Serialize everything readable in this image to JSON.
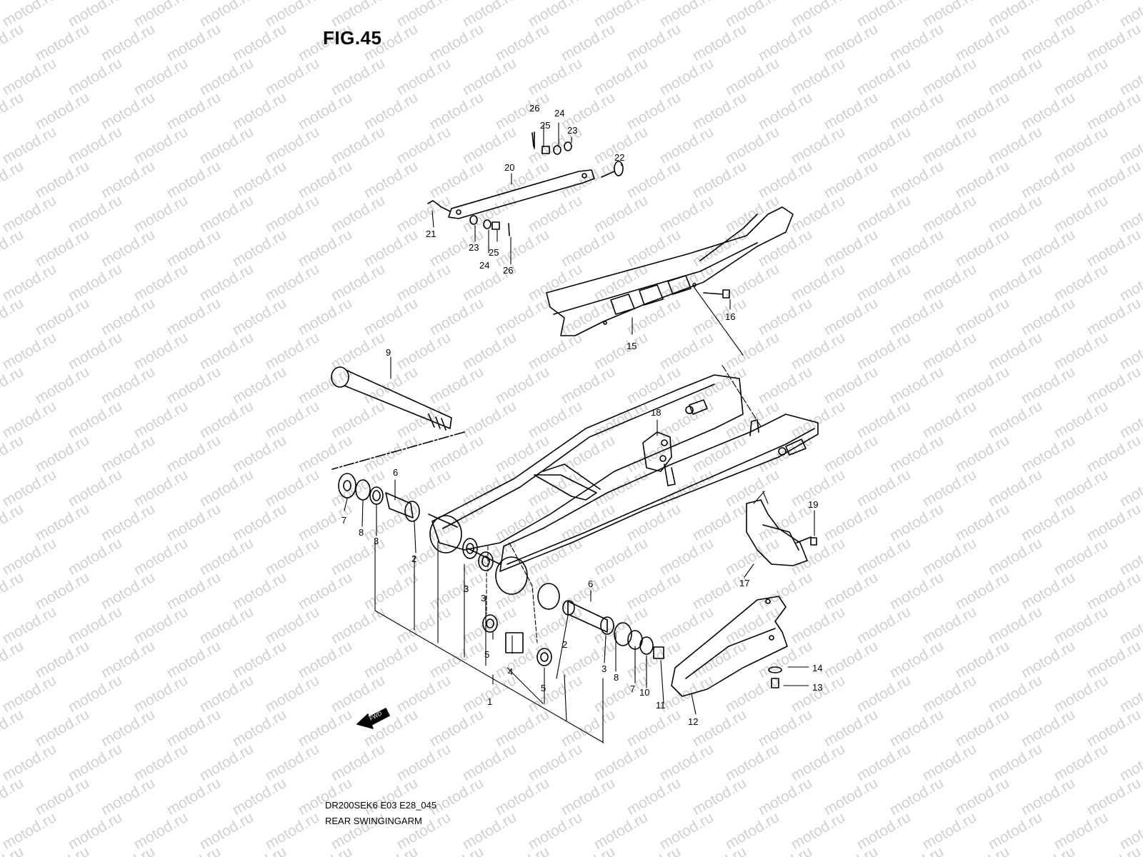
{
  "figure": {
    "title": "FIG.45"
  },
  "watermark": {
    "text": "motod.ru",
    "color": "#d0d0d0"
  },
  "callouts": {
    "c1": "1",
    "c2a": "2",
    "c2b": "2",
    "c3a": "3",
    "c3b": "3",
    "c3c": "3",
    "c3d": "3",
    "c4": "4",
    "c5a": "5",
    "c5b": "5",
    "c6a": "6",
    "c6b": "6",
    "c7a": "7",
    "c7b": "7",
    "c8a": "8",
    "c8b": "8",
    "c9": "9",
    "c10": "10",
    "c11": "11",
    "c12": "12",
    "c13": "13",
    "c14": "14",
    "c15": "15",
    "c16": "16",
    "c17": "17",
    "c18": "18",
    "c19": "19",
    "c20": "20",
    "c21": "21",
    "c22": "22",
    "c23a": "23",
    "c23b": "23",
    "c24a": "24",
    "c24b": "24",
    "c25a": "25",
    "c25b": "25",
    "c26a": "26",
    "c26b": "26"
  },
  "fwd_label": "FWD",
  "footer": {
    "code": "DR200SEK6 E03 E28_045",
    "name": "REAR SWINGINGARM"
  }
}
